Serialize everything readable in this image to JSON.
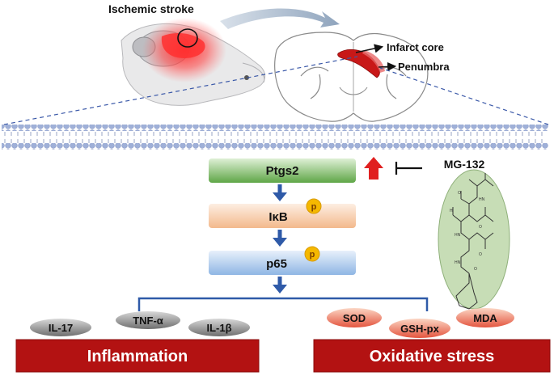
{
  "top": {
    "title": "Ischemic stroke",
    "infarct_label": "Infarct core",
    "penumbra_label": "Penumbra"
  },
  "pathway": {
    "ptgs2": "Ptgs2",
    "ikb": "IκB",
    "p65": "p65",
    "phospho": "p",
    "inhibitor": "MG-132",
    "up_arrow_color": "#e02020"
  },
  "inflammation": {
    "title": "Inflammation",
    "cytokines": [
      "IL-17",
      "TNF-α",
      "IL-1β"
    ]
  },
  "oxidative": {
    "title": "Oxidative stress",
    "markers": [
      "SOD",
      "GSH-px",
      "MDA"
    ]
  },
  "colors": {
    "outcome_box": "#b31212",
    "ptgs2_box": "#6fb05a",
    "ikb_box": "#f6c7a2",
    "p65_box": "#a7c7ea",
    "arrow": "#2f5aa8",
    "phospho_badge": "#f5b800",
    "cytokine_pill": "#8a8a8a",
    "oxidative_pill": "#e8634f"
  }
}
